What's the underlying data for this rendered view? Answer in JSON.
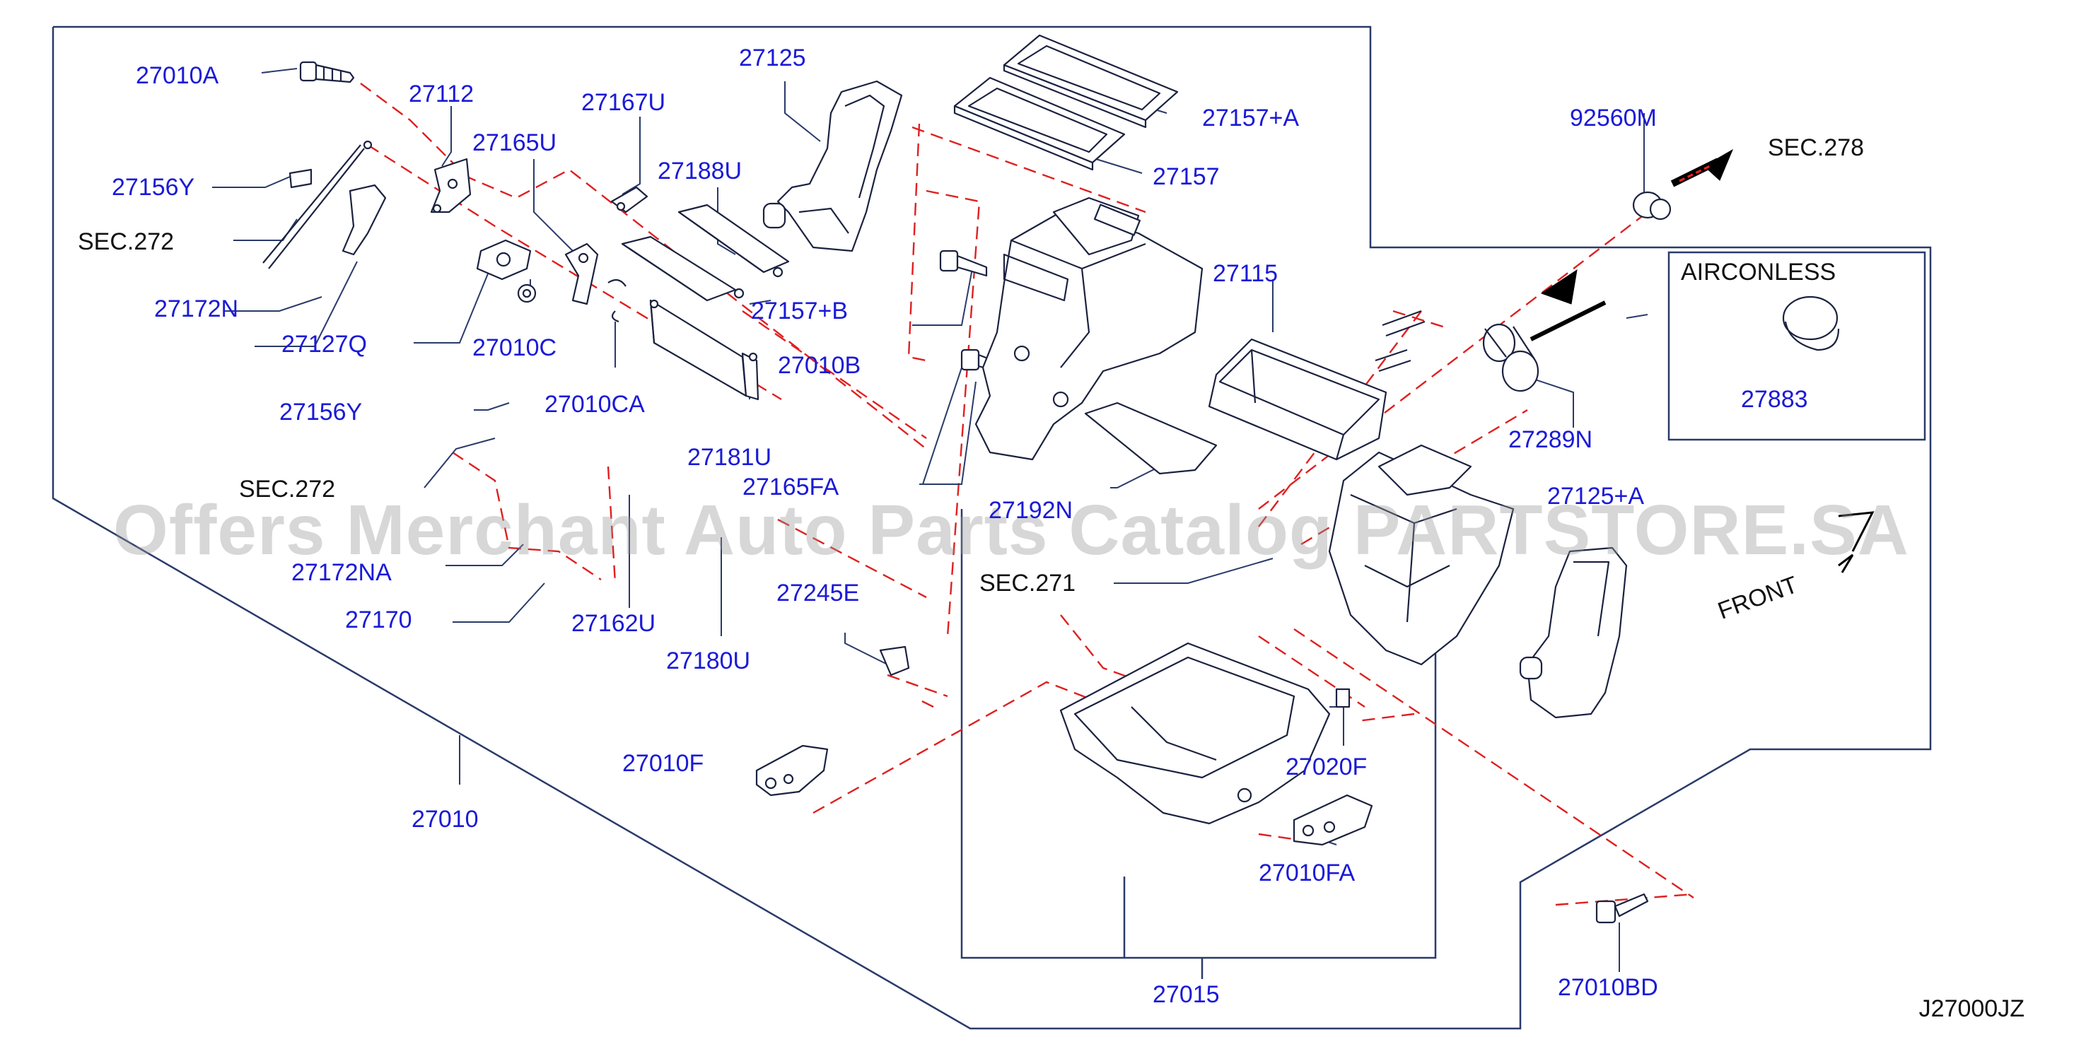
{
  "parts": [
    {
      "id": "p1",
      "label": "27010A"
    },
    {
      "id": "p2",
      "label": "27112"
    },
    {
      "id": "p3",
      "label": "27167U"
    },
    {
      "id": "p4",
      "label": "27125"
    },
    {
      "id": "p5",
      "label": "27157+A"
    },
    {
      "id": "p6",
      "label": "27157"
    },
    {
      "id": "p7",
      "label": "27165U"
    },
    {
      "id": "p8",
      "label": "27188U"
    },
    {
      "id": "p9",
      "label": "27156Y"
    },
    {
      "id": "p10",
      "label": "27172N"
    },
    {
      "id": "p11",
      "label": "27127Q"
    },
    {
      "id": "p12",
      "label": "27010C"
    },
    {
      "id": "p13",
      "label": "27157+B"
    },
    {
      "id": "p14",
      "label": "27010CA"
    },
    {
      "id": "p15",
      "label": "27010B"
    },
    {
      "id": "p16",
      "label": "27156Y"
    },
    {
      "id": "p17",
      "label": "27181U"
    },
    {
      "id": "p18",
      "label": "27165FA"
    },
    {
      "id": "p19",
      "label": "27172NA"
    },
    {
      "id": "p20",
      "label": "27170"
    },
    {
      "id": "p21",
      "label": "27162U"
    },
    {
      "id": "p22",
      "label": "27180U"
    },
    {
      "id": "p23",
      "label": "27245E"
    },
    {
      "id": "p24",
      "label": "27010F"
    },
    {
      "id": "p25",
      "label": "27010"
    },
    {
      "id": "p26",
      "label": "27115"
    },
    {
      "id": "p27",
      "label": "92560M"
    },
    {
      "id": "p28",
      "label": "27883"
    },
    {
      "id": "p29",
      "label": "27289N"
    },
    {
      "id": "p30",
      "label": "27125+A"
    },
    {
      "id": "p31",
      "label": "27192N"
    },
    {
      "id": "p32",
      "label": "27020F"
    },
    {
      "id": "p33",
      "label": "27010FA"
    },
    {
      "id": "p34",
      "label": "27015"
    },
    {
      "id": "p35",
      "label": "27010BD"
    }
  ],
  "sections": [
    {
      "id": "s1",
      "label": "SEC.272"
    },
    {
      "id": "s2",
      "label": "SEC.272"
    },
    {
      "id": "s3",
      "label": "SEC.271"
    },
    {
      "id": "s4",
      "label": "SEC.278"
    }
  ],
  "aircon_label": "AIRCONLESS",
  "front_label": "FRONT",
  "diagram_ref": "J27000JZ",
  "watermark": "Offers Merchant Auto Parts Catalog PARTSTORE.SA",
  "colors": {
    "part_label": "#1a1ad8",
    "line": "#2a3a6a",
    "dashed": "#e02020",
    "text": "#111111"
  }
}
